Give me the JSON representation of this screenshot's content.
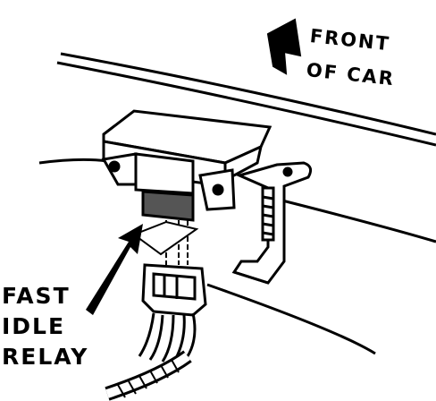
{
  "orientation_label": {
    "line1": "FRONT",
    "line2": "OF CAR"
  },
  "component_label": {
    "line1": "FAST",
    "line2": "IDLE",
    "line3": "RELAY"
  },
  "colors": {
    "ink": "#000000",
    "paper": "#ffffff",
    "shading": "#555555"
  },
  "icons": {
    "direction_arrow": "front-direction-arrow-icon",
    "pointer_arrow": "relay-pointer-arrow-icon"
  }
}
